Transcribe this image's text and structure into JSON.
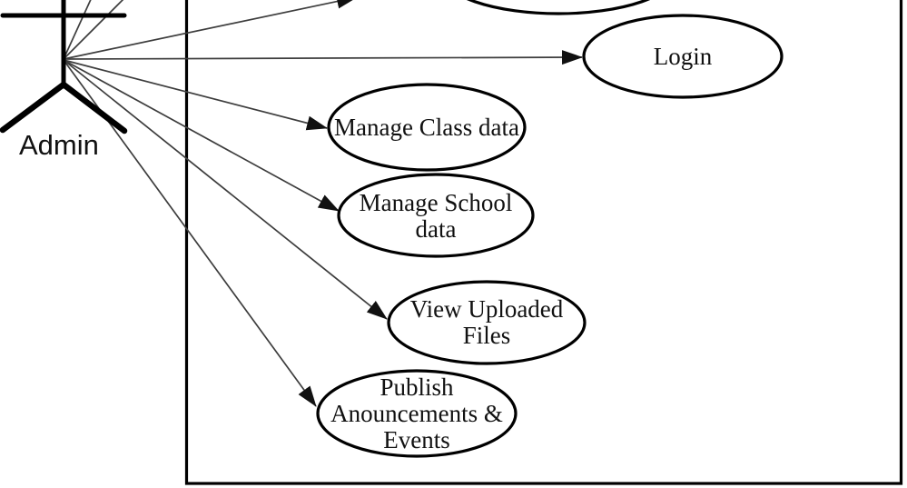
{
  "diagram": {
    "kind": "uml-use-case-diagram",
    "actor": {
      "label": "Admin"
    },
    "use_cases": [
      {
        "id": "login",
        "label_lines": [
          "Login"
        ]
      },
      {
        "id": "manage-class-data",
        "label_lines": [
          "Manage Class data"
        ]
      },
      {
        "id": "manage-school-data",
        "label_lines": [
          "Manage School",
          "data"
        ]
      },
      {
        "id": "view-uploaded-files",
        "label_lines": [
          "View Uploaded",
          "Files"
        ]
      },
      {
        "id": "publish-announcements",
        "label_lines": [
          "Publish",
          "Anouncements &",
          "Events"
        ]
      },
      {
        "id": "partial-top-ellipse",
        "label_lines": []
      }
    ],
    "associations": [
      {
        "from": "Admin",
        "to": "partial-offscreen-1"
      },
      {
        "from": "Admin",
        "to": "partial-offscreen-2"
      },
      {
        "from": "Admin",
        "to": "partial-top-ellipse"
      },
      {
        "from": "Admin",
        "to": "login"
      },
      {
        "from": "Admin",
        "to": "manage-class-data"
      },
      {
        "from": "Admin",
        "to": "manage-school-data"
      },
      {
        "from": "Admin",
        "to": "view-uploaded-files"
      },
      {
        "from": "Admin",
        "to": "publish-announcements"
      }
    ],
    "colors": {
      "background": "#ffffff",
      "shape_stroke": "#000000",
      "association_line": "#3d3d3d",
      "text": "#111111"
    }
  }
}
